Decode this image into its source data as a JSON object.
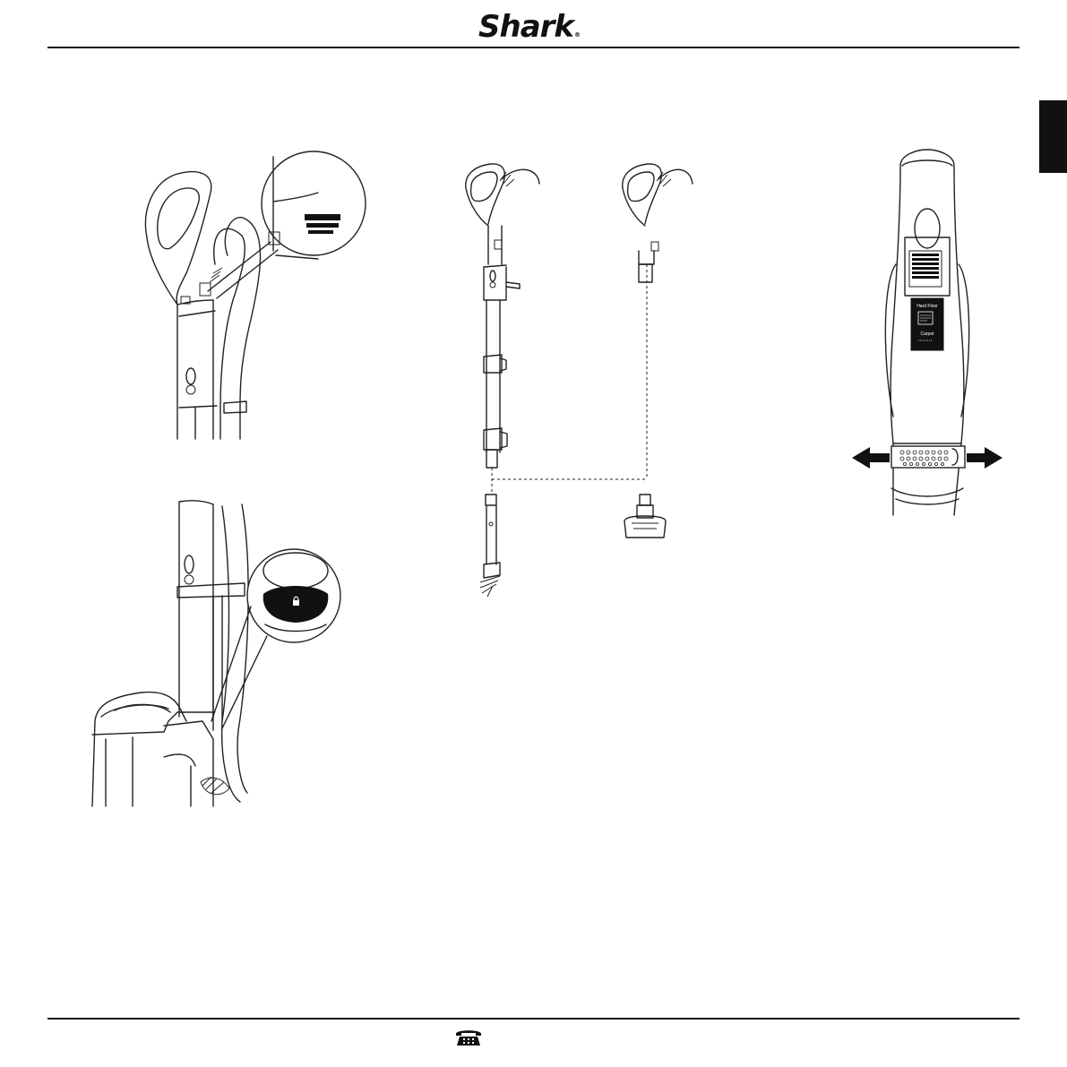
{
  "header": {
    "brand": "Shark",
    "reg_mark": "®"
  },
  "switch_panel": {
    "top_label": "Hard Floor",
    "bottom_label": "Carpet"
  },
  "footer": {
    "phone_icon": "telephone-icon"
  },
  "colors": {
    "ink": "#1a1a1a",
    "paper": "#ffffff"
  }
}
